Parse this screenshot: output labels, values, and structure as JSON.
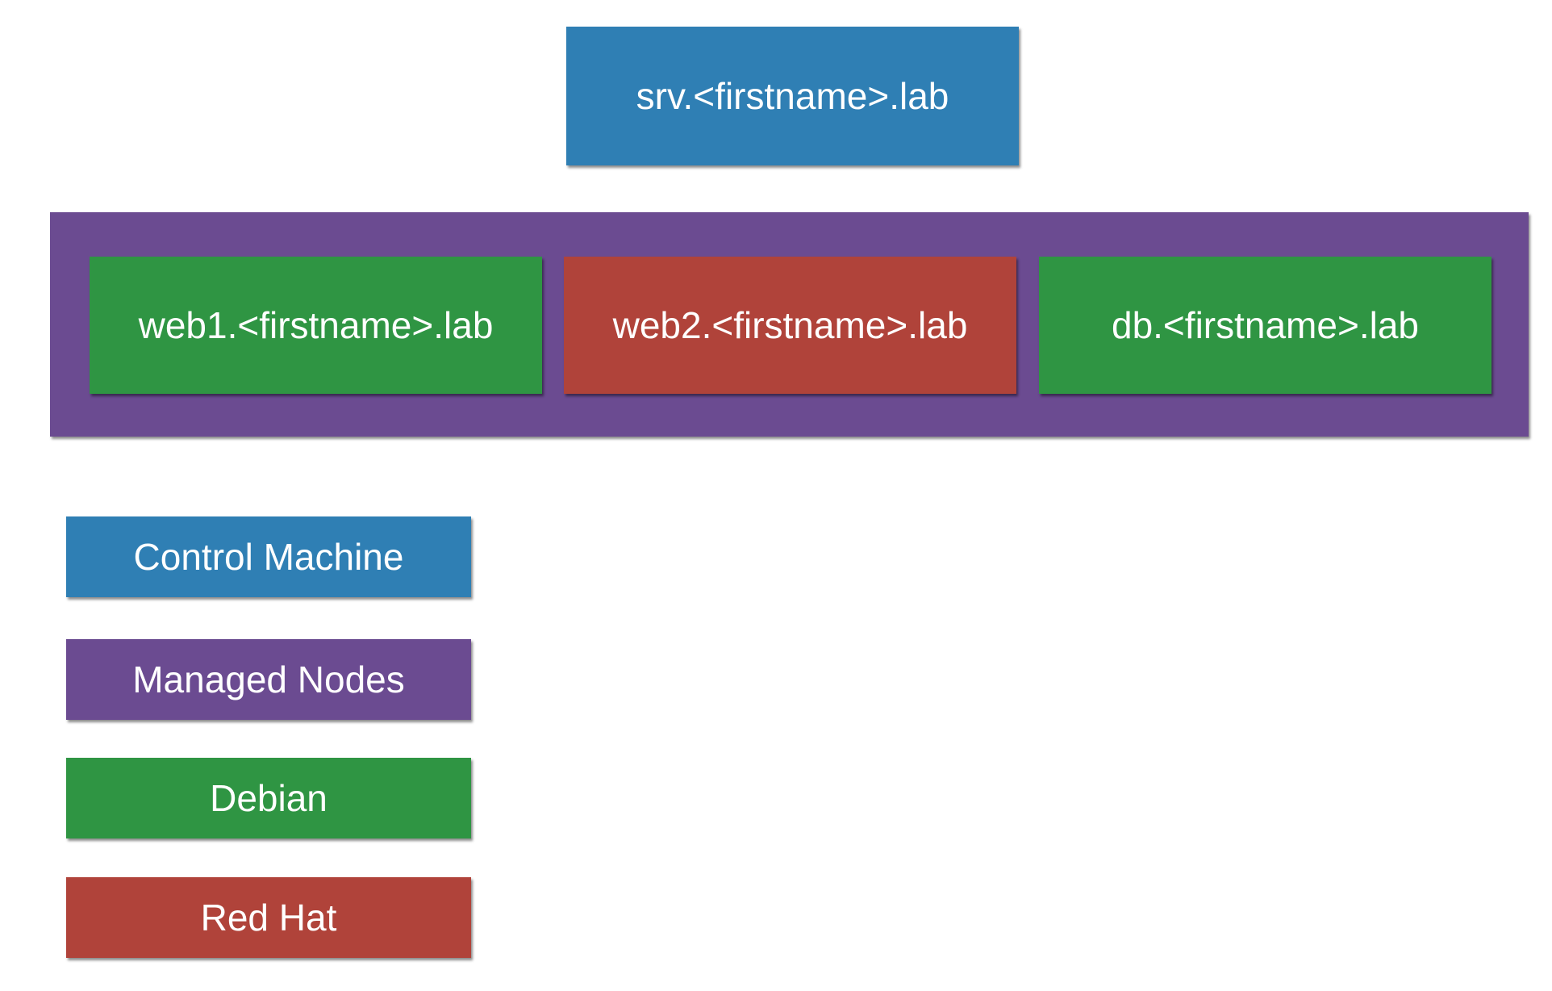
{
  "diagram": {
    "control_node": {
      "label": "srv.<firstname>.lab",
      "role": "Control Machine"
    },
    "managed_nodes": [
      {
        "label": "web1.<firstname>.lab",
        "os": "Debian"
      },
      {
        "label": "web2.<firstname>.lab",
        "os": "Red Hat"
      },
      {
        "label": "db.<firstname>.lab",
        "os": "Debian"
      }
    ]
  },
  "legend": [
    {
      "label": "Control Machine",
      "color": "#2f7fb4"
    },
    {
      "label": "Managed Nodes",
      "color": "#6b4b91"
    },
    {
      "label": "Debian",
      "color": "#2f9543"
    },
    {
      "label": "Red Hat",
      "color": "#b0433a"
    }
  ]
}
